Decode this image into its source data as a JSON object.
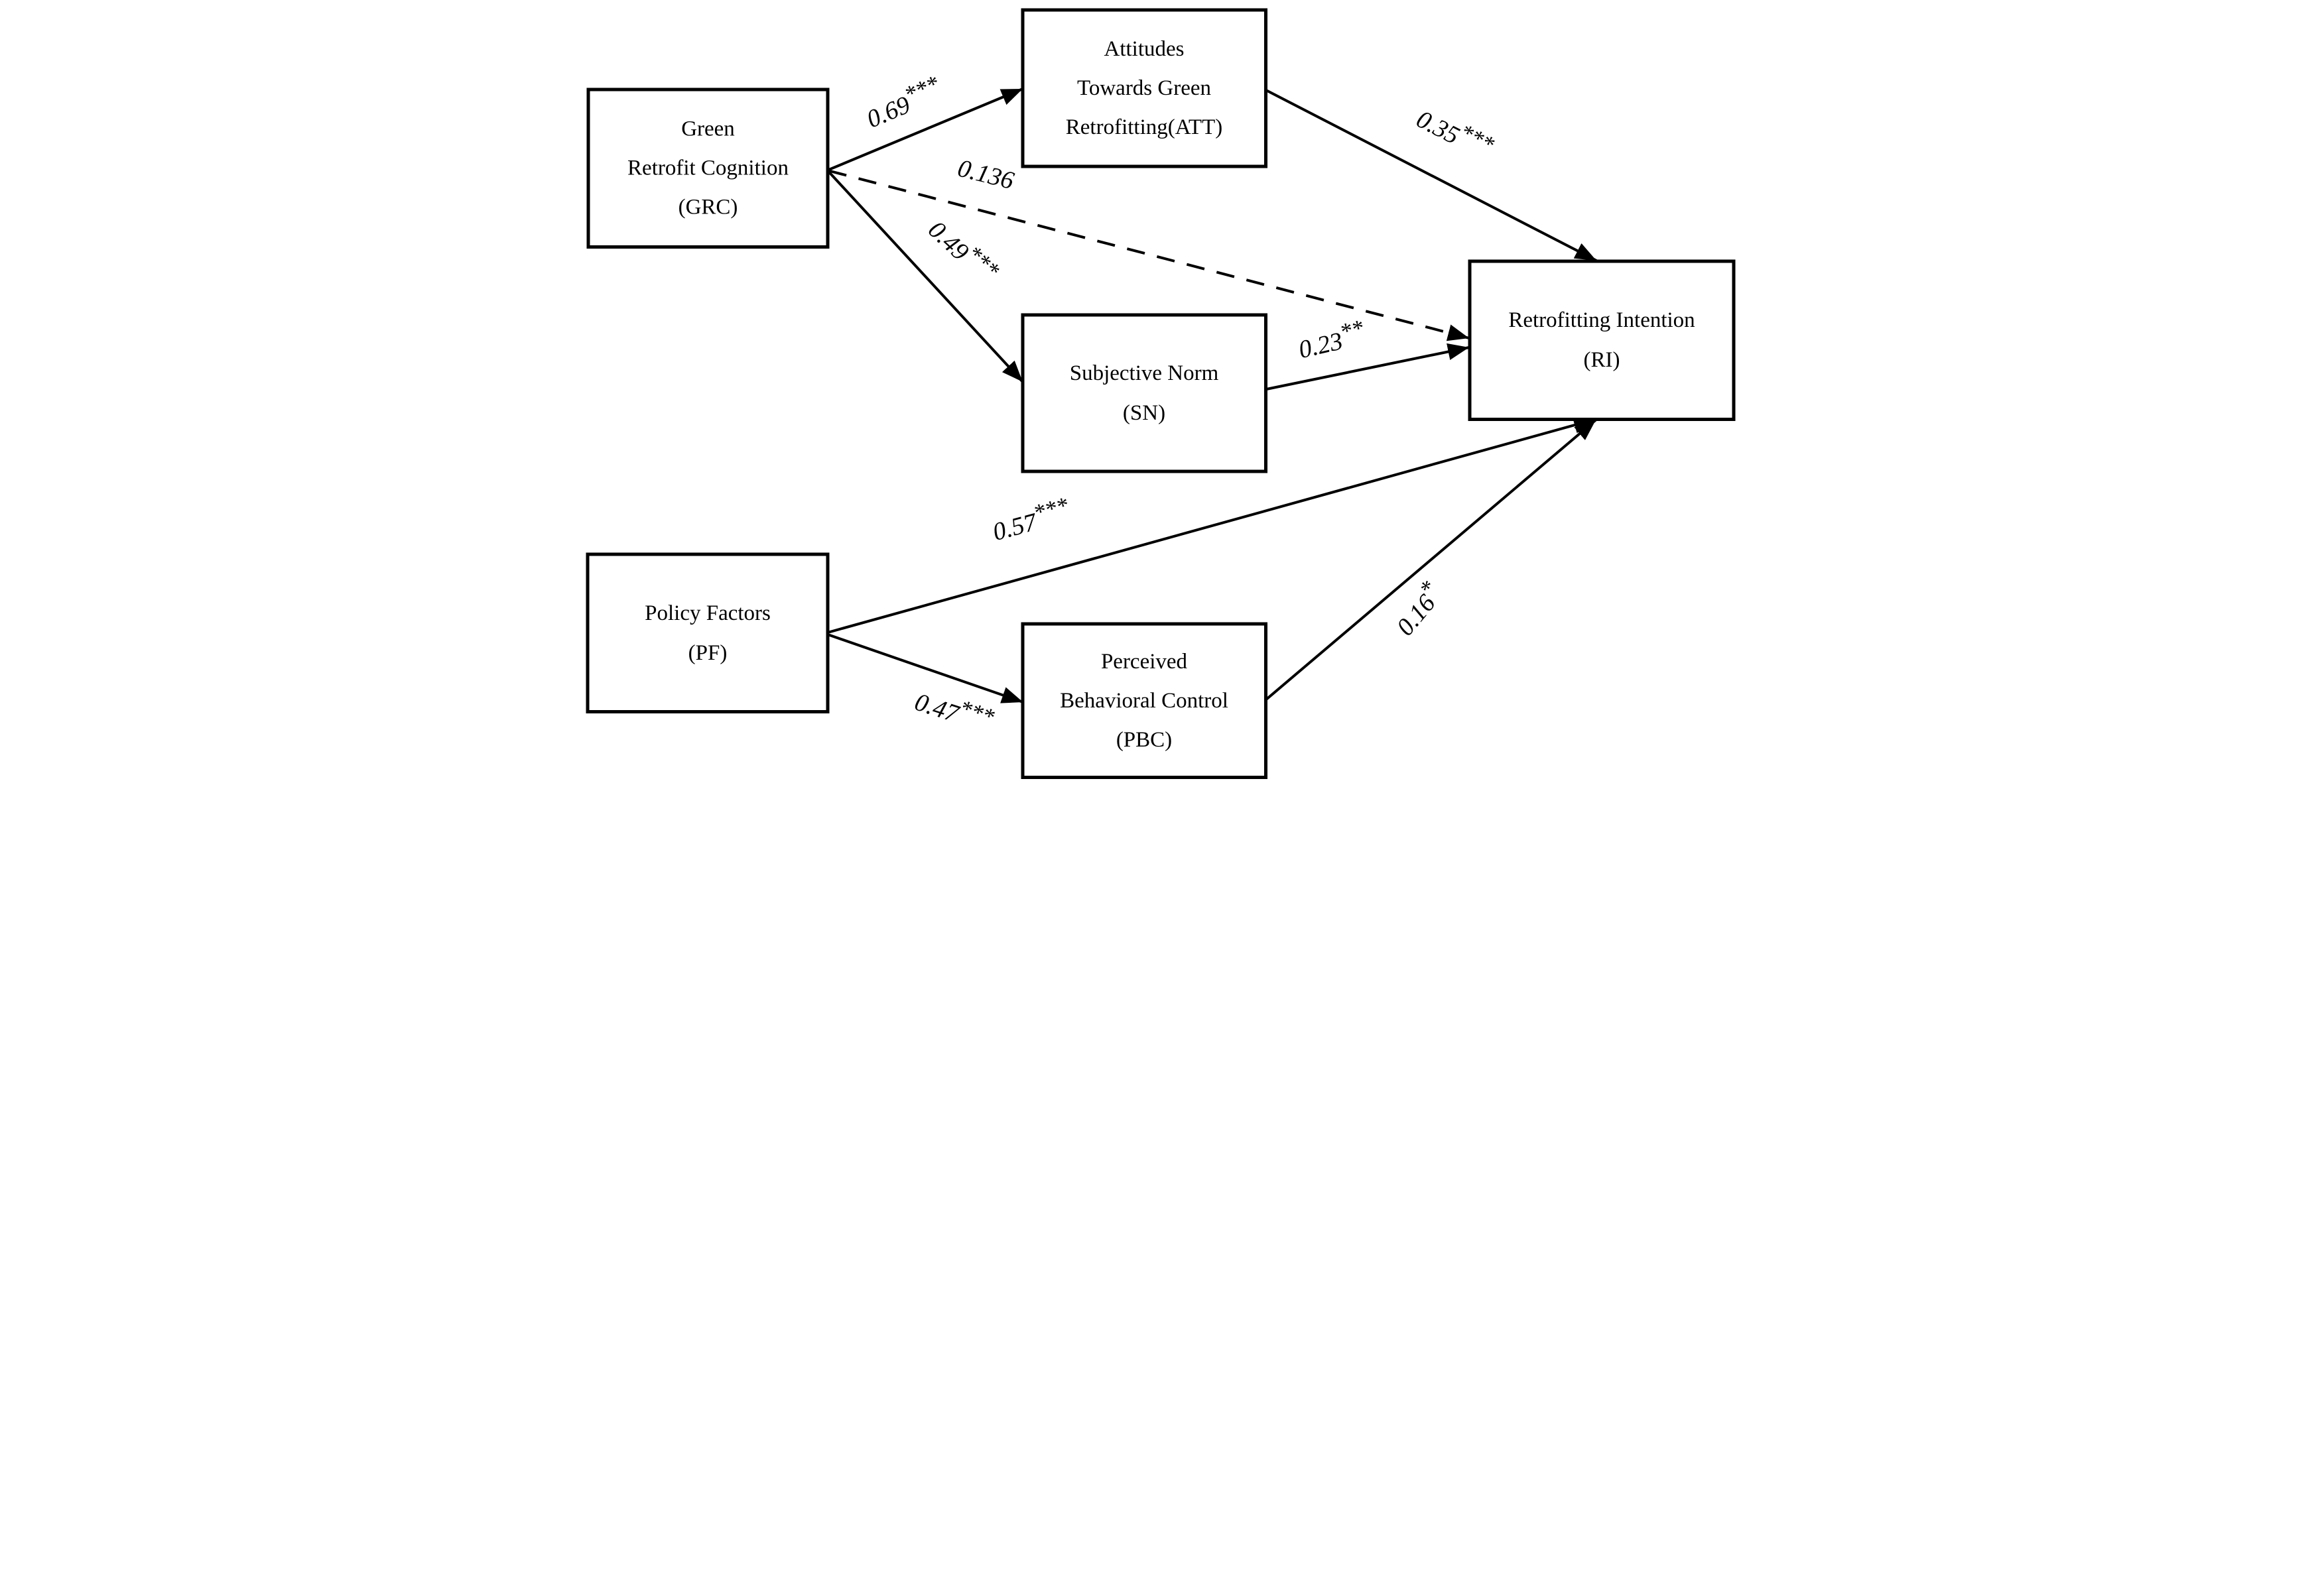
{
  "figure": {
    "description": "Structural path model of green retrofitting intention",
    "background_color": "#ffffff",
    "line_color": "#000000"
  },
  "nodes": {
    "grc": {
      "abbr": "GRC",
      "lines": [
        "Green",
        "Retrofit Cognition",
        "(GRC)"
      ]
    },
    "att": {
      "abbr": "ATT",
      "lines": [
        "Attitudes",
        "Towards Green",
        "Retrofitting(ATT)"
      ]
    },
    "sn": {
      "abbr": "SN",
      "lines": [
        "Subjective Norm",
        "(SN)"
      ]
    },
    "ri": {
      "abbr": "RI",
      "lines": [
        "Retrofitting Intention",
        "(RI)"
      ]
    },
    "pf": {
      "abbr": "PF",
      "lines": [
        "Policy Factors",
        "(PF)"
      ]
    },
    "pbc": {
      "abbr": "PBC",
      "lines": [
        "Perceived",
        "Behavioral Control",
        "(PBC)"
      ]
    }
  },
  "paths": {
    "grc_att": {
      "from": "GRC",
      "to": "ATT",
      "value": "0.69",
      "stars": "***",
      "style": "solid"
    },
    "grc_ri": {
      "from": "GRC",
      "to": "RI",
      "value": "0.136",
      "stars": "",
      "style": "dashed"
    },
    "grc_sn": {
      "from": "GRC",
      "to": "SN",
      "value": "0.49",
      "stars": "***",
      "style": "solid"
    },
    "att_ri": {
      "from": "ATT",
      "to": "RI",
      "value": "0.35",
      "stars": "***",
      "style": "solid"
    },
    "sn_ri": {
      "from": "SN",
      "to": "RI",
      "value": "0.23",
      "stars": "**",
      "style": "solid"
    },
    "pf_ri": {
      "from": "PF",
      "to": "RI",
      "value": "0.57",
      "stars": "***",
      "style": "solid"
    },
    "pf_pbc": {
      "from": "PF",
      "to": "PBC",
      "value": "0.47",
      "stars": "***",
      "style": "solid"
    },
    "pbc_ri": {
      "from": "PBC",
      "to": "RI",
      "value": "0.16",
      "stars": "*",
      "style": "solid"
    }
  }
}
